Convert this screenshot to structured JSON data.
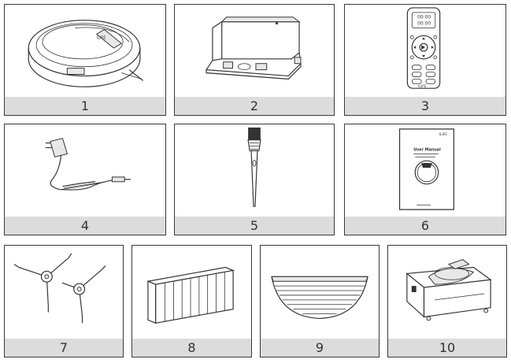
{
  "panels": [
    {
      "label": "1",
      "icon": "robot-vacuum"
    },
    {
      "label": "2",
      "icon": "charging-dock"
    },
    {
      "label": "3",
      "icon": "remote-control"
    },
    {
      "label": "4",
      "icon": "power-adapter"
    },
    {
      "label": "5",
      "icon": "cleaning-brush"
    },
    {
      "label": "6",
      "icon": "user-manual"
    },
    {
      "label": "7",
      "icon": "side-brushes"
    },
    {
      "label": "8",
      "icon": "filter"
    },
    {
      "label": "9",
      "icon": "mop-cloth"
    },
    {
      "label": "10",
      "icon": "water-tank"
    }
  ],
  "remote": {
    "brand": "ILIFE",
    "time1": "00:00",
    "time2": "00:00"
  },
  "manual": {
    "brand": "ILIFE",
    "title": "User Manual"
  },
  "vacuum": {
    "brand": "ILIFE"
  }
}
